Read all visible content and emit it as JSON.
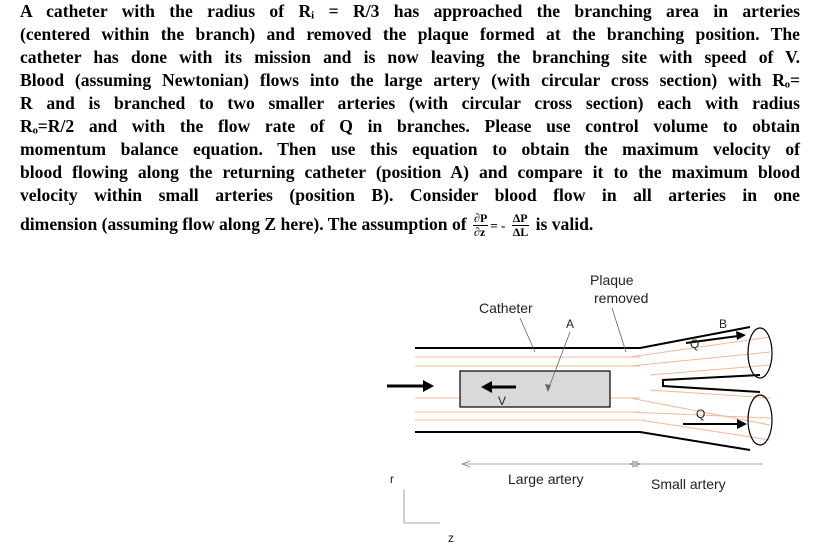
{
  "problem": {
    "line1": "A catheter with the radius of Rᵢ = R/3 has approached the branching area in arteries",
    "line2": "(centered within the branch) and removed the plaque formed at the branching position. The",
    "line3": "catheter has done with its mission and is now leaving the branching site with speed of V.",
    "line4": "Blood (assuming Newtonian) flows into the large artery (with circular cross section) with Rₒ=",
    "line5": "R and is branched to two smaller arteries (with circular cross section) each with radius",
    "line6": "Rₒ=R/2 and with the flow rate of Q in branches. Please use control volume to obtain",
    "line7": "momentum balance equation. Then use this equation to obtain the maximum velocity of",
    "line8": "blood flowing along the returning catheter (position A) and compare it to the maximum blood",
    "line9": "velocity within small arteries (position B). Consider blood flow in all arteries in one",
    "line10_pre": "dimension (assuming flow along Z here). The assumption of",
    "frac1_num": "∂P",
    "frac1_den": "∂z",
    "eq_mid": "= -",
    "frac2_num": "ΔP",
    "frac2_den": "ΔL",
    "line10_post": "is valid."
  },
  "diagram": {
    "plaque_label_1": "Plaque",
    "plaque_label_2": "removed",
    "catheter_label": "Catheter",
    "position_a": "A",
    "position_b": "B",
    "velocity_label": "V",
    "flow_label_top": "Q",
    "flow_label_bottom": "Q",
    "large_artery_label": "Large artery",
    "small_artery_label": "Small artery",
    "axis_r": "r",
    "axis_z": "z"
  }
}
